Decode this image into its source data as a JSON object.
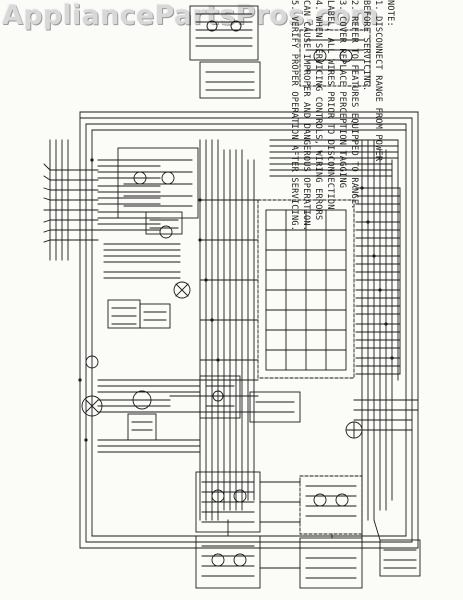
{
  "watermark": "AppliancePartsPros.com",
  "notes": {
    "heading": "NOTE:",
    "lines": [
      "1.  DISCONNECT RANGE FROM POWER",
      "     BEFORE SERVICING.",
      "2.  REFER TO FEATURES EQUIPPED TO RANGE.",
      "3.  COVER REPLACE PERCEPTION TAGGING",
      "     LABEL, ALL WIRES PRIOR TO DISCONNECTION",
      "4.  WHEN SERVICING CONTROLS, WIRING ERRORS",
      "     CAN CAUSE IMPROPER AND DANGEROUS OPERATION.",
      "5.  VERIFY PROPER OPERATION AFTER SERVICING."
    ]
  },
  "colors": {
    "ink": "#1a1a1a",
    "paper": "#fbfbf8",
    "watermark": "#d8d8d8"
  }
}
